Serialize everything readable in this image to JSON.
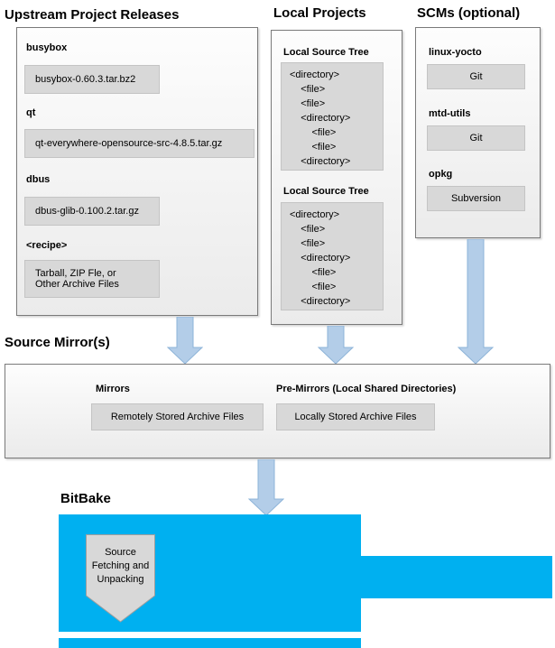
{
  "upstream": {
    "title": "Upstream Project Releases",
    "items": [
      {
        "label": "busybox",
        "value": "busybox-0.60.3.tar.bz2"
      },
      {
        "label": "qt",
        "value": "qt-everywhere-opensource-src-4.8.5.tar.gz"
      },
      {
        "label": "dbus",
        "value": "dbus-glib-0.100.2.tar.gz"
      },
      {
        "label": "<recipe>",
        "value": "Tarball, ZIP Fle, or\nOther Archive Files"
      }
    ]
  },
  "local_projects": {
    "title": "Local Projects",
    "trees": [
      {
        "label": "Local Source Tree",
        "content": "<directory>\n    <file>\n    <file>\n    <directory>\n        <file>\n        <file>\n    <directory>"
      },
      {
        "label": "Local Source Tree",
        "content": "<directory>\n    <file>\n    <file>\n    <directory>\n        <file>\n        <file>\n    <directory>"
      }
    ]
  },
  "scms": {
    "title": "SCMs (optional)",
    "items": [
      {
        "label": "linux-yocto",
        "value": "Git"
      },
      {
        "label": "mtd-utils",
        "value": "Git"
      },
      {
        "label": "opkg",
        "value": "Subversion"
      }
    ]
  },
  "mirrors": {
    "title": "Source Mirror(s)",
    "items": [
      {
        "label": "Mirrors",
        "value": "Remotely Stored Archive Files"
      },
      {
        "label": "Pre-Mirrors (Local Shared Directories)",
        "value": "Locally Stored Archive Files"
      }
    ]
  },
  "bitbake": {
    "title": "BitBake",
    "process": "Source Fetching and Unpacking"
  },
  "colors": {
    "bitbake_fill": "#00b0f0",
    "arrow_fill": "#b3cde8",
    "arrow_stroke": "#8eb4d8",
    "gray_box": "#d8d8d8"
  }
}
